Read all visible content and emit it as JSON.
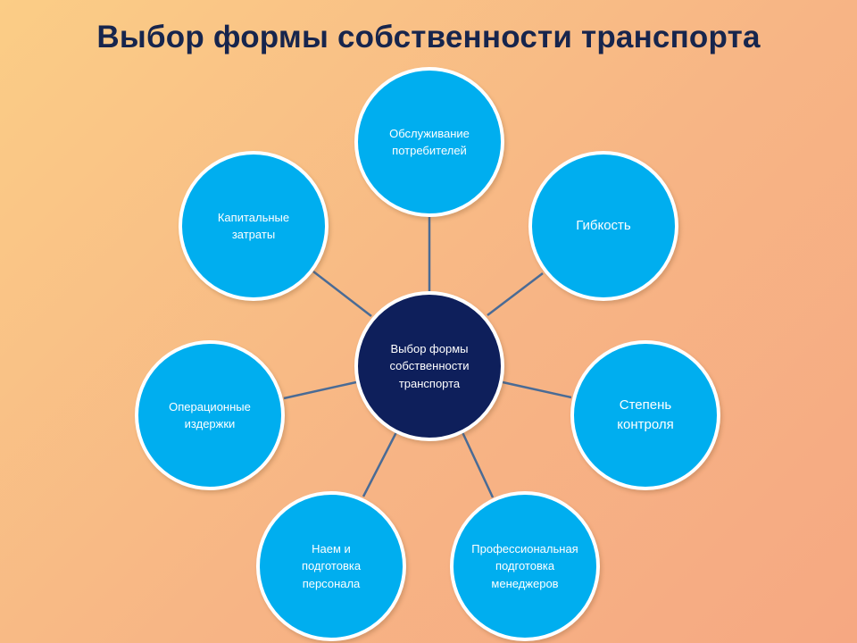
{
  "title": "Выбор формы собственности транспорта",
  "center": {
    "label": "Выбор формы собственности транспорта"
  },
  "nodes": [
    {
      "label": "Обслуживание потребителей"
    },
    {
      "label": "Гибкость"
    },
    {
      "label": "Степень контроля"
    },
    {
      "label": "Профессиональная подготовка менеджеров"
    },
    {
      "label": "Наем и подготовка персонала"
    },
    {
      "label": "Операционные издержки"
    },
    {
      "label": "Капитальные затраты"
    }
  ],
  "colors": {
    "node_fill": "#00aeef",
    "center_fill": "#0e1f5b",
    "connector": "#4a6b95",
    "title": "#17254d"
  }
}
